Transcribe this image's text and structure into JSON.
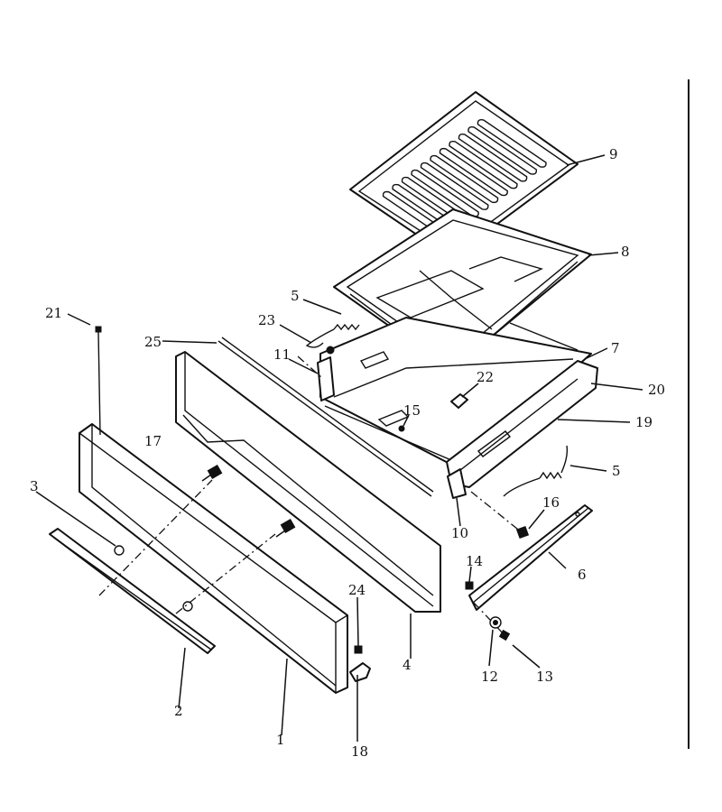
{
  "callouts": {
    "c1": "1",
    "c2": "2",
    "c3": "3",
    "c4": "4",
    "c5a": "5",
    "c5b": "5",
    "c6": "6",
    "c7": "7",
    "c8": "8",
    "c9": "9",
    "c10": "10",
    "c11": "11",
    "c12": "12",
    "c13": "13",
    "c14": "14",
    "c15": "15",
    "c16": "16",
    "c17": "17",
    "c18": "18",
    "c19": "19",
    "c20": "20",
    "c21": "21",
    "c22": "22",
    "c23": "23",
    "c24": "24",
    "c25": "25"
  }
}
